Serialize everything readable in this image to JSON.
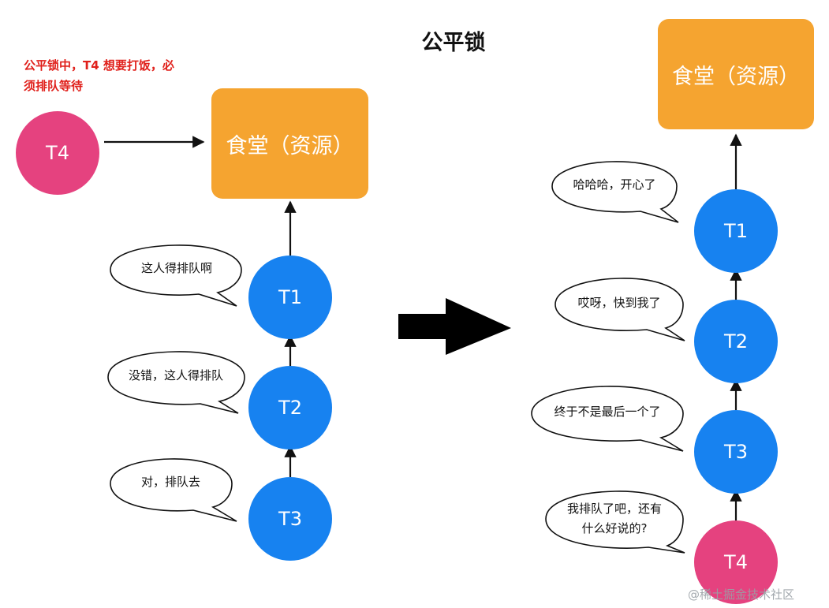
{
  "title": "公平锁",
  "note": "公平锁中，T4 想要打饭，必须排队等待",
  "left": {
    "resource": "食堂（资源）",
    "waiting": "T4",
    "queue": [
      "T1",
      "T2",
      "T3"
    ],
    "bubbles": [
      "这人得排队啊",
      "没错，这人得排队",
      "对，排队去"
    ]
  },
  "right": {
    "resource": "食堂（资源）",
    "queue": [
      "T1",
      "T2",
      "T3",
      "T4"
    ],
    "bubbles": [
      "哈哈哈，开心了",
      "哎呀，快到我了",
      "终于不是最后一个了",
      "我排队了吧，还有什么好说的?"
    ]
  },
  "watermark": "@稀土掘金技术社区",
  "colors": {
    "resource": "#f5a430",
    "thread_blue": "#1782f0",
    "thread_pink": "#e5427f",
    "note_red": "#e0201b"
  }
}
